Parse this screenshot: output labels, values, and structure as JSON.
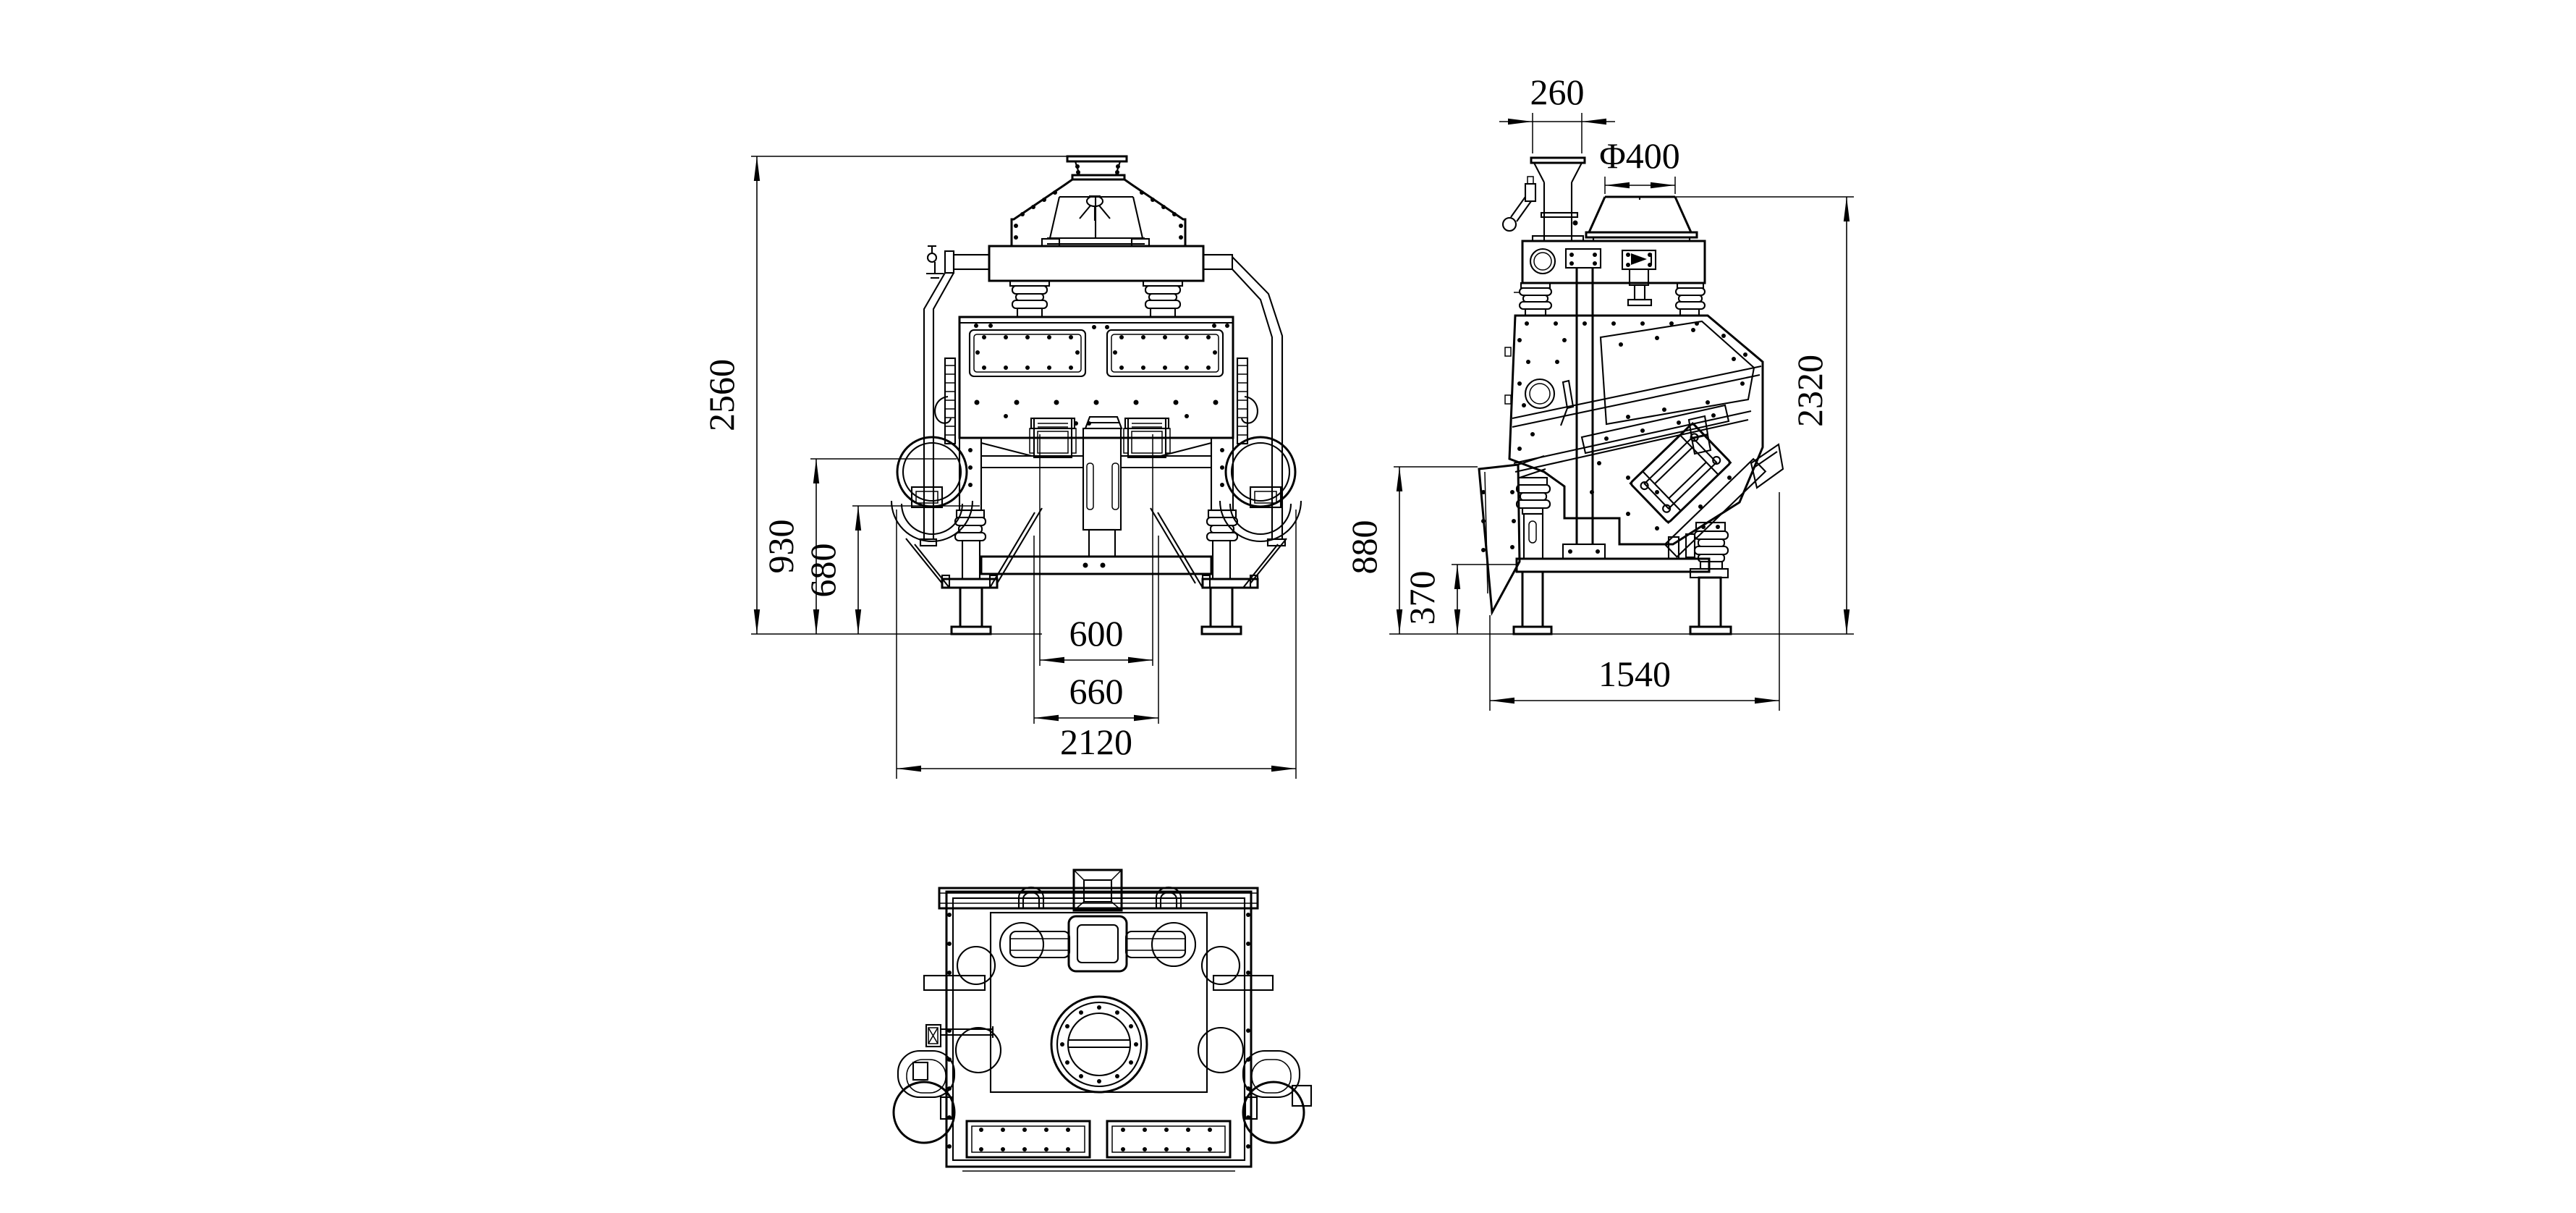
{
  "page": {
    "background": "#ffffff",
    "ink": "#000000"
  },
  "dimensions": {
    "front": {
      "overall_height": "2560",
      "upper_frame_height": "930",
      "body_bottom_height": "680",
      "outlet_span": "600",
      "pad_span": "660",
      "overall_width": "2120"
    },
    "side": {
      "inlet_width": "260",
      "inlet_cone_diameter": "Φ400",
      "overall_height": "2320",
      "discharge_top_height": "880",
      "discharge_bottom_height": "370",
      "base_depth": "1540"
    }
  }
}
